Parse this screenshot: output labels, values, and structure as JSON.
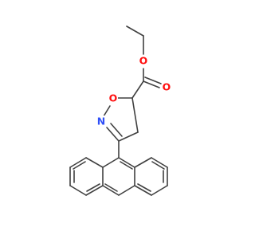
{
  "molecule": {
    "atoms": {
      "o_ester_carbonyl": {
        "symbol": "O",
        "color": "#ff0d0d"
      },
      "o_ester_ether": {
        "symbol": "O",
        "color": "#ff0d0d"
      },
      "o_ring": {
        "symbol": "O",
        "color": "#ff0d0d"
      },
      "n_ring": {
        "symbol": "N",
        "color": "#3050f8"
      }
    },
    "bond_color": "#404040"
  }
}
